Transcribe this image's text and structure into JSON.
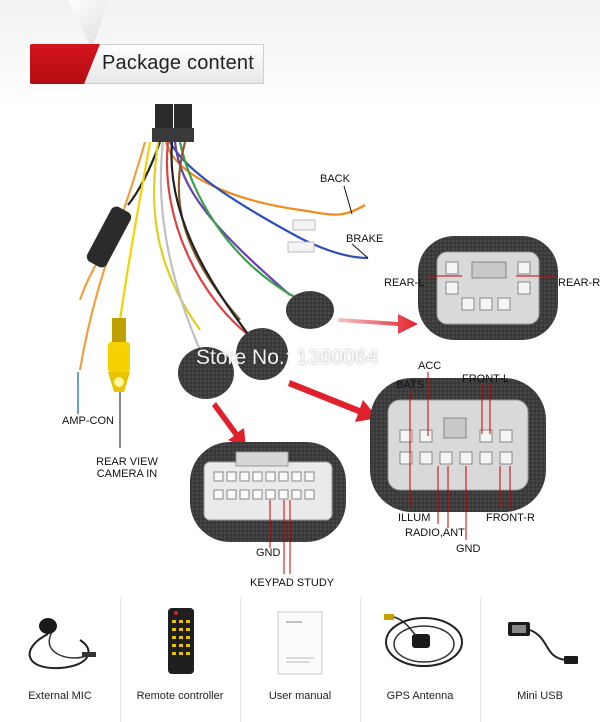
{
  "header": {
    "title": "Package content"
  },
  "watermark": "Store No.: 1360064",
  "harness_labels": {
    "back": "BACK",
    "brake": "BRAKE",
    "amp_con": "AMP-CON",
    "rear_view_l1": "REAR VIEW",
    "rear_view_l2": "CAMERA IN",
    "gnd_left": "GND",
    "keypad_study": "KEYPAD STUDY"
  },
  "connector_rear": {
    "rear_l": "REAR-L",
    "rear_r": "REAR-R"
  },
  "connector_main": {
    "acc": "ACC",
    "bats": "BATS",
    "front_l": "FRONT-L",
    "illum": "ILLUM",
    "radio_ant": "RADIO,ANT",
    "gnd": "GND",
    "front_r": "FRONT-R"
  },
  "accessories": [
    {
      "label": "External MIC",
      "icon": "microphone-icon"
    },
    {
      "label": "Remote controller",
      "icon": "remote-icon"
    },
    {
      "label": "User manual",
      "icon": "manual-icon"
    },
    {
      "label": "GPS Antenna",
      "icon": "gps-antenna-icon"
    },
    {
      "label": "Mini USB",
      "icon": "usb-cable-icon"
    }
  ],
  "colors": {
    "accent_red": "#d4141b",
    "foam": "#3a3a3a",
    "arrow_red": "#e0202a"
  }
}
